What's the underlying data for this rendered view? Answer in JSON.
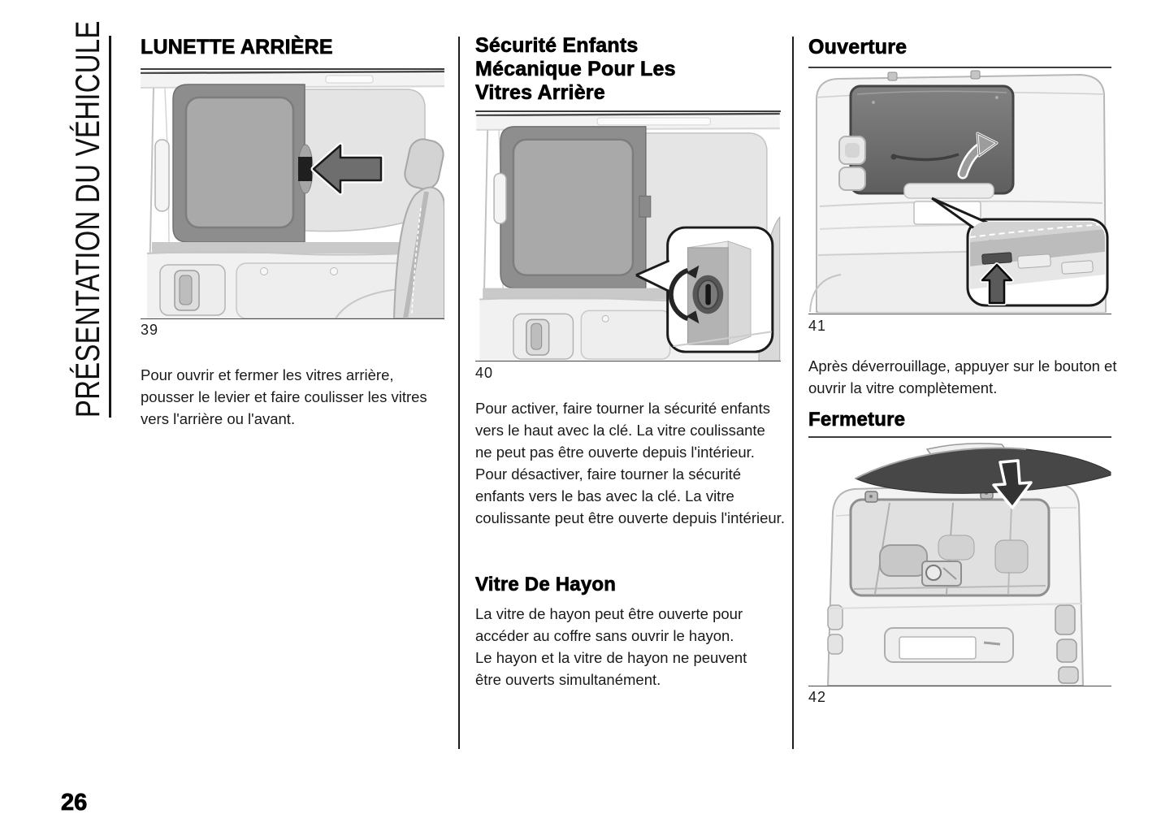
{
  "sidebar": {
    "title": "PRÉSENTATION DU VÉHICULE"
  },
  "page": {
    "number": "26"
  },
  "col1": {
    "heading": "LUNETTE ARRIÈRE",
    "figure": {
      "caption": "39",
      "icon": "slide-left-arrow"
    },
    "body": "Pour ouvrir et fermer les vitres arrière, pousser le levier et faire coulisser les vitres vers l'arrière ou l'avant."
  },
  "col2": {
    "heading": "Sécurité Enfants Mécanique Pour Les Vitres Arrière",
    "figure": {
      "caption": "40",
      "icon": "key-rotation-arrow"
    },
    "body": "Pour activer, faire tourner la sécurité enfants vers le haut avec la clé. La vitre coulissante ne peut pas être ouverte depuis l'intérieur.\nPour désactiver, faire tourner la sécurité enfants vers le bas avec la clé. La vitre coulissante peut être ouverte depuis l'intérieur.",
    "subheading": "Vitre De Hayon",
    "body2": "La vitre de hayon peut être ouverte pour accéder au coffre sans ouvrir le hayon.\nLe hayon et la vitre de hayon ne peuvent être ouverts simultanément."
  },
  "col3": {
    "heading": "Ouverture",
    "figure": {
      "caption": "41",
      "icon": "press-button-up-arrow"
    },
    "body": "Après déverrouillage, appuyer sur le bouton et ouvrir la vitre complètement.",
    "heading2": "Fermeture",
    "figure2": {
      "caption": "42",
      "icon": "close-down-arrow"
    }
  }
}
